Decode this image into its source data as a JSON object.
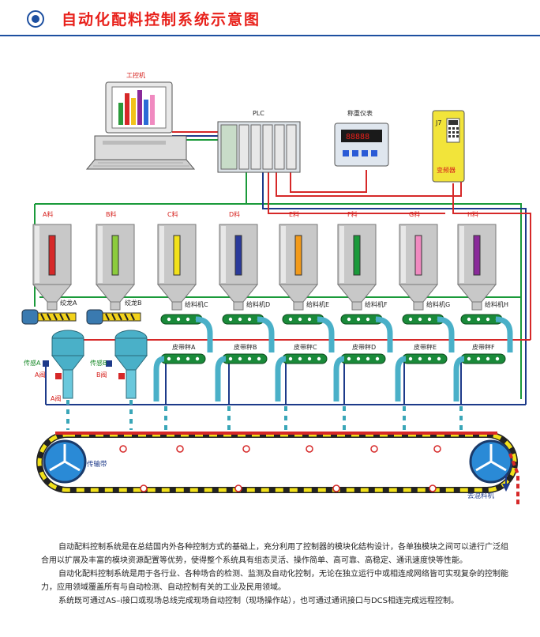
{
  "header": {
    "title": "自动化配料控制系统示意图"
  },
  "devices": {
    "computer": "工控机",
    "plc": "PLC",
    "weigh_meter": "称重仪表",
    "inverter_model": "J7",
    "inverter": "变频器"
  },
  "materials": [
    "A料",
    "B料",
    "C料",
    "D料",
    "E料",
    "F料",
    "G料",
    "H料"
  ],
  "material_colors": [
    "#d62828",
    "#8ccc3c",
    "#f2e11a",
    "#2a3a9a",
    "#f29a1a",
    "#1a9a3a",
    "#f08ac0",
    "#8a2a9a"
  ],
  "screws": [
    "绞龙A",
    "绞龙B"
  ],
  "feeders": [
    "给料机C",
    "给料机D",
    "给料机E",
    "给料机F",
    "给料机G",
    "给料机H"
  ],
  "sensors": [
    "传感A",
    "传感B"
  ],
  "valves": [
    "A阀",
    "B阀"
  ],
  "valve_out": "A阀",
  "belt_scales": [
    "皮带秤A",
    "皮带秤B",
    "皮带秤C",
    "皮带秤D",
    "皮带秤E",
    "皮带秤F"
  ],
  "conveyor": {
    "label": "传输带",
    "out_label": "去混料机"
  },
  "description": [
    "自动配料控制系统是在总结国内外各种控制方式的基础上，充分利用了控制器的模块化结构设计，各单独模块之间可以进行广泛组合用以扩展及丰富的模块资源配置等优势，使得整个系统具有组态灵活、操作简单、高可靠、高稳定、通讯速度快等性能。",
    "自动化配料控制系统是用于各行业、各种场合的检测、监测及自动化控制，无论在独立运行中或相连成网络皆可实现复杂的控制能力，应用领域覆盖所有与自动检测、自动控制有关的工业及民用领域。",
    "系统既可通过AS–i接口或现场总线完成现场自动控制（现场操作站），也可通过通讯接口与DCS相连完成远程控制。"
  ]
}
